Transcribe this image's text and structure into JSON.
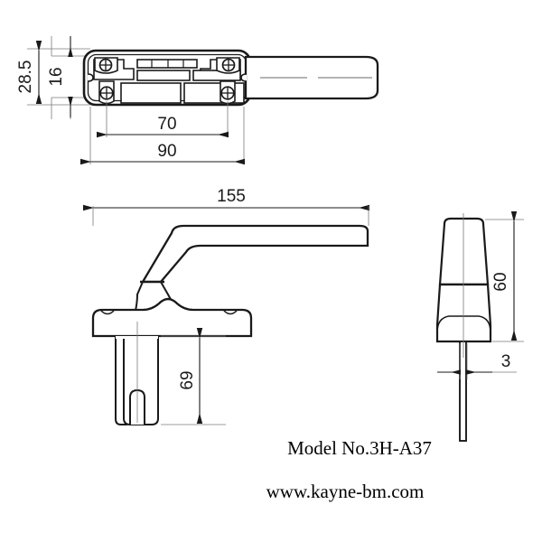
{
  "drawing": {
    "title": "Window Handle Technical Drawing",
    "background_color": "#ffffff",
    "line_color": "#1a1a1a",
    "thin_line_color": "#3c3c3c",
    "views": {
      "top": {
        "name": "top-view",
        "label": ""
      },
      "front": {
        "name": "front-elevation-view",
        "label": ""
      },
      "side": {
        "name": "side-view",
        "label": ""
      }
    }
  },
  "dimensions": {
    "top_view_height_overall": "28.5",
    "top_view_height_inner": "16",
    "top_view_hole_spacing": "70",
    "top_view_plate_length": "90",
    "front_view_length": "155",
    "front_view_spindle_length": "69",
    "side_view_height": "60",
    "side_view_spindle_thickness": "3"
  },
  "caption": {
    "model": "Model No.3H-A37",
    "website": "www.kayne-bm.com"
  }
}
